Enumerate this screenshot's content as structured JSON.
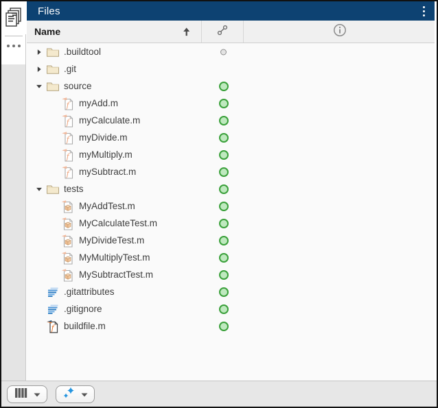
{
  "titlebar": {
    "title": "Files",
    "menu_icon": "kebab-menu"
  },
  "columns": {
    "name_label": "Name",
    "sort_icon": "sort-ascending-arrow",
    "git_column_icon": "source-control-branch",
    "info_column_icon": "info-circle"
  },
  "sidebar": {
    "panel_icon": "files-stack",
    "more_icon": "horizontal-ellipsis"
  },
  "tree": {
    "rows": [
      {
        "label": ".buildtool",
        "icon": "folder",
        "level": 0,
        "toggle": "collapsed",
        "status": "gray-dot"
      },
      {
        "label": ".git",
        "icon": "folder",
        "level": 0,
        "toggle": "collapsed",
        "status": "none"
      },
      {
        "label": "source",
        "icon": "folder",
        "level": 0,
        "toggle": "expanded",
        "status": "green"
      },
      {
        "label": "myAdd.m",
        "icon": "function-file",
        "level": 1,
        "toggle": "none",
        "status": "green"
      },
      {
        "label": "myCalculate.m",
        "icon": "function-file",
        "level": 1,
        "toggle": "none",
        "status": "green"
      },
      {
        "label": "myDivide.m",
        "icon": "function-file",
        "level": 1,
        "toggle": "none",
        "status": "green"
      },
      {
        "label": "myMultiply.m",
        "icon": "function-file",
        "level": 1,
        "toggle": "none",
        "status": "green"
      },
      {
        "label": "mySubtract.m",
        "icon": "function-file",
        "level": 1,
        "toggle": "none",
        "status": "green"
      },
      {
        "label": "tests",
        "icon": "folder",
        "level": 0,
        "toggle": "expanded",
        "status": "green"
      },
      {
        "label": "MyAddTest.m",
        "icon": "class-test-file",
        "level": 1,
        "toggle": "none",
        "status": "green"
      },
      {
        "label": "MyCalculateTest.m",
        "icon": "class-test-file",
        "level": 1,
        "toggle": "none",
        "status": "green"
      },
      {
        "label": "MyDivideTest.m",
        "icon": "class-test-file",
        "level": 1,
        "toggle": "none",
        "status": "green"
      },
      {
        "label": "MyMultiplyTest.m",
        "icon": "class-test-file",
        "level": 1,
        "toggle": "none",
        "status": "green"
      },
      {
        "label": "MySubtractTest.m",
        "icon": "class-test-file",
        "level": 1,
        "toggle": "none",
        "status": "green"
      },
      {
        "label": ".gitattributes",
        "icon": "text-lines-file",
        "level": 0,
        "toggle": "none",
        "status": "green"
      },
      {
        "label": ".gitignore",
        "icon": "text-lines-file",
        "level": 0,
        "toggle": "none",
        "status": "green"
      },
      {
        "label": "buildfile.m",
        "icon": "function-file-bold",
        "level": 0,
        "toggle": "none",
        "status": "green"
      }
    ]
  },
  "bottombar": {
    "buttons": [
      {
        "name": "view-options",
        "icon": "column-bars",
        "caret": "dropdown-caret"
      },
      {
        "name": "ai-assistant",
        "icon": "sparkles",
        "caret": "dropdown-caret"
      }
    ]
  },
  "colors": {
    "titlebar_bg": "#0d4272",
    "status_green_ring": "#3aa03a",
    "status_green_fill": "#bfe9bf",
    "status_gray_ring": "#8f8f8f",
    "sparkle_blue": "#2394df",
    "folder_fill": "#f4e9cd"
  }
}
